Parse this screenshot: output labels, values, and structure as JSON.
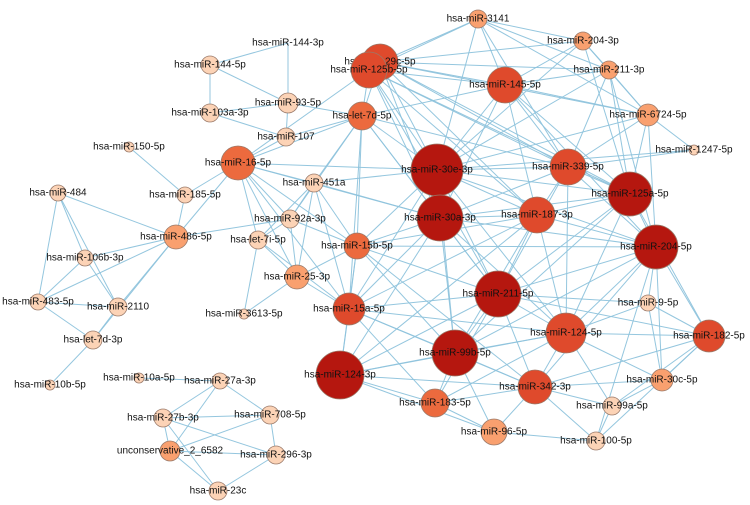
{
  "network": {
    "color_scale": [
      "#fcd3b6",
      "#f9a06f",
      "#ec6a3e",
      "#df4a2c",
      "#b5170f"
    ],
    "nodes": [
      {
        "id": "n1",
        "label": "hsa-miR-29c-5p",
        "degree": 3
      },
      {
        "id": "n2",
        "label": "hsa-miR-3141",
        "degree": 1
      },
      {
        "id": "n3",
        "label": "hsa-miR-204-3p",
        "degree": 1
      },
      {
        "id": "n4",
        "label": "hsa-miR-144-3p",
        "degree": 0
      },
      {
        "id": "n5",
        "label": "hsa-miR-125b-5p",
        "degree": 3
      },
      {
        "id": "n6",
        "label": "hsa-miR-145-5p",
        "degree": 3
      },
      {
        "id": "n7",
        "label": "hsa-miR-211-3p",
        "degree": 1
      },
      {
        "id": "n8",
        "label": "hsa-miR-144-5p",
        "degree": 0
      },
      {
        "id": "n9",
        "label": "hsa-miR-93-5p",
        "degree": 0
      },
      {
        "id": "n10",
        "label": "hsa-miR-103a-3p",
        "degree": 0
      },
      {
        "id": "n11",
        "label": "hsa-let-7d-5p",
        "degree": 2
      },
      {
        "id": "n12",
        "label": "hsa-miR-6724-5p",
        "degree": 1
      },
      {
        "id": "n13",
        "label": "hsa-miR-107",
        "degree": 0
      },
      {
        "id": "n14",
        "label": "hsa-miR-150-5p",
        "degree": 0
      },
      {
        "id": "n15",
        "label": "hsa-miR-16-5p",
        "degree": 2
      },
      {
        "id": "n16",
        "label": "hsa-miR-30e-3p",
        "degree": 4
      },
      {
        "id": "n17",
        "label": "hsa-miR-1247-5p",
        "degree": 0
      },
      {
        "id": "n18",
        "label": "hsa-miR-339-5p",
        "degree": 3
      },
      {
        "id": "n19",
        "label": "hsa-miR-484",
        "degree": 0
      },
      {
        "id": "n20",
        "label": "hsa-miR-185-5p",
        "degree": 0
      },
      {
        "id": "n21",
        "label": "hsa-miR-451a",
        "degree": 0
      },
      {
        "id": "n22",
        "label": "hsa-miR-125a-5p",
        "degree": 4
      },
      {
        "id": "n23",
        "label": "hsa-miR-30a-3p",
        "degree": 4
      },
      {
        "id": "n24",
        "label": "hsa-miR-187-3p",
        "degree": 3
      },
      {
        "id": "n25",
        "label": "hsa-miR-92a-3p",
        "degree": 0
      },
      {
        "id": "n26",
        "label": "hsa-miR-486-5p",
        "degree": 1
      },
      {
        "id": "n27",
        "label": "hsa-let-7i-5p",
        "degree": 0
      },
      {
        "id": "n28",
        "label": "hsa-miR-15b-5p",
        "degree": 2
      },
      {
        "id": "n29",
        "label": "hsa-miR-204-5p",
        "degree": 4
      },
      {
        "id": "n30",
        "label": "hsa-miR-106b-3p",
        "degree": 0
      },
      {
        "id": "n31",
        "label": "hsa-miR-25-3p",
        "degree": 1
      },
      {
        "id": "n32",
        "label": "hsa-miR-211-5p",
        "degree": 4
      },
      {
        "id": "n33",
        "label": "hsa-miR-483-5p",
        "degree": 0
      },
      {
        "id": "n34",
        "label": "hsa-miR-2110",
        "degree": 0
      },
      {
        "id": "n35",
        "label": "hsa-miR-9-5p",
        "degree": 0
      },
      {
        "id": "n36",
        "label": "hsa-miR-15a-5p",
        "degree": 3
      },
      {
        "id": "n37",
        "label": "hsa-miR-3613-5p",
        "degree": 0
      },
      {
        "id": "n38",
        "label": "hsa-miR-124-5p",
        "degree": 3
      },
      {
        "id": "n39",
        "label": "hsa-miR-182-5p",
        "degree": 3
      },
      {
        "id": "n40",
        "label": "hsa-let-7d-3p",
        "degree": 0
      },
      {
        "id": "n41",
        "label": "hsa-miR-99b-5p",
        "degree": 4
      },
      {
        "id": "n42",
        "label": "hsa-miR-124-3p",
        "degree": 4
      },
      {
        "id": "n43",
        "label": "hsa-miR-10a-5p",
        "degree": 0
      },
      {
        "id": "n44",
        "label": "hsa-miR-27a-3p",
        "degree": 0
      },
      {
        "id": "n45",
        "label": "hsa-miR-10b-5p",
        "degree": 0
      },
      {
        "id": "n46",
        "label": "hsa-miR-30c-5p",
        "degree": 1
      },
      {
        "id": "n47",
        "label": "hsa-miR-342-3p",
        "degree": 3
      },
      {
        "id": "n48",
        "label": "hsa-miR-183-5p",
        "degree": 2
      },
      {
        "id": "n49",
        "label": "hsa-miR-99a-5p",
        "degree": 0
      },
      {
        "id": "n50",
        "label": "hsa-miR-27b-3p",
        "degree": 0
      },
      {
        "id": "n51",
        "label": "hsa-miR-708-5p",
        "degree": 0
      },
      {
        "id": "n52",
        "label": "hsa-miR-96-5p",
        "degree": 1
      },
      {
        "id": "n53",
        "label": "hsa-miR-100-5p",
        "degree": 0
      },
      {
        "id": "n54",
        "label": "unconservative_2_6582",
        "degree": 1
      },
      {
        "id": "n55",
        "label": "hsa-miR-296-3p",
        "degree": 0
      },
      {
        "id": "n56",
        "label": "hsa-miR-23c",
        "degree": 0
      }
    ],
    "edges": [
      [
        "n2",
        "n3"
      ],
      [
        "n1",
        "n2"
      ],
      [
        "n1",
        "n3"
      ],
      [
        "n1",
        "n5"
      ],
      [
        "n1",
        "n6"
      ],
      [
        "n1",
        "n7"
      ],
      [
        "n1",
        "n12"
      ],
      [
        "n1",
        "n16"
      ],
      [
        "n1",
        "n18"
      ],
      [
        "n1",
        "n22"
      ],
      [
        "n1",
        "n11"
      ],
      [
        "n1",
        "n23"
      ],
      [
        "n1",
        "n24"
      ],
      [
        "n2",
        "n6"
      ],
      [
        "n2",
        "n7"
      ],
      [
        "n2",
        "n12"
      ],
      [
        "n2",
        "n16"
      ],
      [
        "n2",
        "n18"
      ],
      [
        "n2",
        "n5"
      ],
      [
        "n3",
        "n7"
      ],
      [
        "n3",
        "n6"
      ],
      [
        "n3",
        "n12"
      ],
      [
        "n3",
        "n16"
      ],
      [
        "n3",
        "n22"
      ],
      [
        "n5",
        "n6"
      ],
      [
        "n5",
        "n11"
      ],
      [
        "n5",
        "n16"
      ],
      [
        "n5",
        "n18"
      ],
      [
        "n5",
        "n23"
      ],
      [
        "n5",
        "n24"
      ],
      [
        "n5",
        "n15"
      ],
      [
        "n5",
        "n22"
      ],
      [
        "n5",
        "n32"
      ],
      [
        "n6",
        "n7"
      ],
      [
        "n6",
        "n12"
      ],
      [
        "n6",
        "n16"
      ],
      [
        "n6",
        "n18"
      ],
      [
        "n6",
        "n22"
      ],
      [
        "n6",
        "n24"
      ],
      [
        "n6",
        "n23"
      ],
      [
        "n6",
        "n11"
      ],
      [
        "n6",
        "n29"
      ],
      [
        "n7",
        "n12"
      ],
      [
        "n7",
        "n18"
      ],
      [
        "n7",
        "n22"
      ],
      [
        "n7",
        "n16"
      ],
      [
        "n7",
        "n29"
      ],
      [
        "n12",
        "n18"
      ],
      [
        "n12",
        "n22"
      ],
      [
        "n12",
        "n16"
      ],
      [
        "n12",
        "n17"
      ],
      [
        "n12",
        "n29"
      ],
      [
        "n4",
        "n8"
      ],
      [
        "n4",
        "n9"
      ],
      [
        "n8",
        "n10"
      ],
      [
        "n10",
        "n9"
      ],
      [
        "n9",
        "n13"
      ],
      [
        "n8",
        "n9"
      ],
      [
        "n10",
        "n13"
      ],
      [
        "n13",
        "n11"
      ],
      [
        "n9",
        "n11"
      ],
      [
        "n11",
        "n16"
      ],
      [
        "n11",
        "n15"
      ],
      [
        "n11",
        "n21"
      ],
      [
        "n11",
        "n23"
      ],
      [
        "n11",
        "n28"
      ],
      [
        "n11",
        "n25"
      ],
      [
        "n11",
        "n36"
      ],
      [
        "n11",
        "n32"
      ],
      [
        "n11",
        "n18"
      ],
      [
        "n15",
        "n21"
      ],
      [
        "n15",
        "n20"
      ],
      [
        "n15",
        "n26"
      ],
      [
        "n15",
        "n25"
      ],
      [
        "n15",
        "n27"
      ],
      [
        "n15",
        "n31"
      ],
      [
        "n15",
        "n16"
      ],
      [
        "n15",
        "n28"
      ],
      [
        "n15",
        "n36"
      ],
      [
        "n15",
        "n13"
      ],
      [
        "n15",
        "n23"
      ],
      [
        "n14",
        "n20"
      ],
      [
        "n20",
        "n26"
      ],
      [
        "n19",
        "n26"
      ],
      [
        "n19",
        "n30"
      ],
      [
        "n19",
        "n33"
      ],
      [
        "n19",
        "n34"
      ],
      [
        "n26",
        "n30"
      ],
      [
        "n26",
        "n33"
      ],
      [
        "n26",
        "n34"
      ],
      [
        "n26",
        "n25"
      ],
      [
        "n26",
        "n40"
      ],
      [
        "n30",
        "n34"
      ],
      [
        "n30",
        "n33"
      ],
      [
        "n33",
        "n34"
      ],
      [
        "n33",
        "n40"
      ],
      [
        "n34",
        "n40"
      ],
      [
        "n40",
        "n45"
      ],
      [
        "n21",
        "n16"
      ],
      [
        "n21",
        "n25"
      ],
      [
        "n21",
        "n28"
      ],
      [
        "n21",
        "n31"
      ],
      [
        "n21",
        "n27"
      ],
      [
        "n21",
        "n36"
      ],
      [
        "n21",
        "n23"
      ],
      [
        "n25",
        "n27"
      ],
      [
        "n25",
        "n31"
      ],
      [
        "n25",
        "n28"
      ],
      [
        "n27",
        "n31"
      ],
      [
        "n27",
        "n37"
      ],
      [
        "n27",
        "n36"
      ],
      [
        "n31",
        "n28"
      ],
      [
        "n31",
        "n36"
      ],
      [
        "n31",
        "n37"
      ],
      [
        "n16",
        "n18"
      ],
      [
        "n16",
        "n22"
      ],
      [
        "n16",
        "n23"
      ],
      [
        "n16",
        "n24"
      ],
      [
        "n16",
        "n28"
      ],
      [
        "n16",
        "n32"
      ],
      [
        "n16",
        "n29"
      ],
      [
        "n16",
        "n36"
      ],
      [
        "n16",
        "n41"
      ],
      [
        "n16",
        "n17"
      ],
      [
        "n16",
        "n38"
      ],
      [
        "n18",
        "n22"
      ],
      [
        "n18",
        "n23"
      ],
      [
        "n18",
        "n24"
      ],
      [
        "n18",
        "n29"
      ],
      [
        "n18",
        "n32"
      ],
      [
        "n18",
        "n17"
      ],
      [
        "n18",
        "n38"
      ],
      [
        "n22",
        "n23"
      ],
      [
        "n22",
        "n24"
      ],
      [
        "n22",
        "n29"
      ],
      [
        "n22",
        "n32"
      ],
      [
        "n22",
        "n38"
      ],
      [
        "n22",
        "n41"
      ],
      [
        "n22",
        "n39"
      ],
      [
        "n23",
        "n24"
      ],
      [
        "n23",
        "n28"
      ],
      [
        "n23",
        "n32"
      ],
      [
        "n23",
        "n36"
      ],
      [
        "n23",
        "n41"
      ],
      [
        "n23",
        "n29"
      ],
      [
        "n23",
        "n38"
      ],
      [
        "n23",
        "n42"
      ],
      [
        "n24",
        "n29"
      ],
      [
        "n24",
        "n32"
      ],
      [
        "n24",
        "n28"
      ],
      [
        "n24",
        "n38"
      ],
      [
        "n24",
        "n41"
      ],
      [
        "n24",
        "n36"
      ],
      [
        "n24",
        "n42"
      ],
      [
        "n28",
        "n32"
      ],
      [
        "n28",
        "n36"
      ],
      [
        "n28",
        "n41"
      ],
      [
        "n28",
        "n42"
      ],
      [
        "n28",
        "n29"
      ],
      [
        "n28",
        "n47"
      ],
      [
        "n29",
        "n32"
      ],
      [
        "n29",
        "n38"
      ],
      [
        "n29",
        "n35"
      ],
      [
        "n29",
        "n39"
      ],
      [
        "n29",
        "n41"
      ],
      [
        "n29",
        "n47"
      ],
      [
        "n29",
        "n46"
      ],
      [
        "n29",
        "n53"
      ],
      [
        "n32",
        "n36"
      ],
      [
        "n32",
        "n38"
      ],
      [
        "n32",
        "n41"
      ],
      [
        "n32",
        "n42"
      ],
      [
        "n32",
        "n47"
      ],
      [
        "n32",
        "n48"
      ],
      [
        "n32",
        "n39"
      ],
      [
        "n32",
        "n35"
      ],
      [
        "n36",
        "n41"
      ],
      [
        "n36",
        "n42"
      ],
      [
        "n36",
        "n48"
      ],
      [
        "n36",
        "n38"
      ],
      [
        "n36",
        "n47"
      ],
      [
        "n38",
        "n35"
      ],
      [
        "n38",
        "n39"
      ],
      [
        "n38",
        "n41"
      ],
      [
        "n38",
        "n42"
      ],
      [
        "n38",
        "n47"
      ],
      [
        "n38",
        "n46"
      ],
      [
        "n38",
        "n49"
      ],
      [
        "n38",
        "n48"
      ],
      [
        "n39",
        "n35"
      ],
      [
        "n39",
        "n46"
      ],
      [
        "n39",
        "n47"
      ],
      [
        "n39",
        "n49"
      ],
      [
        "n39",
        "n53"
      ],
      [
        "n41",
        "n42"
      ],
      [
        "n41",
        "n47"
      ],
      [
        "n41",
        "n48"
      ],
      [
        "n41",
        "n52"
      ],
      [
        "n42",
        "n48"
      ],
      [
        "n42",
        "n52"
      ],
      [
        "n42",
        "n47"
      ],
      [
        "n46",
        "n47"
      ],
      [
        "n46",
        "n49"
      ],
      [
        "n46",
        "n35"
      ],
      [
        "n47",
        "n48"
      ],
      [
        "n47",
        "n49"
      ],
      [
        "n47",
        "n52"
      ],
      [
        "n47",
        "n53"
      ],
      [
        "n48",
        "n52"
      ],
      [
        "n49",
        "n53"
      ],
      [
        "n52",
        "n53"
      ],
      [
        "n43",
        "n44"
      ],
      [
        "n44",
        "n50"
      ],
      [
        "n44",
        "n51"
      ],
      [
        "n44",
        "n54"
      ],
      [
        "n50",
        "n51"
      ],
      [
        "n50",
        "n54"
      ],
      [
        "n50",
        "n55"
      ],
      [
        "n50",
        "n56"
      ],
      [
        "n51",
        "n54"
      ],
      [
        "n51",
        "n55"
      ],
      [
        "n54",
        "n55"
      ],
      [
        "n54",
        "n56"
      ],
      [
        "n55",
        "n56"
      ]
    ]
  }
}
